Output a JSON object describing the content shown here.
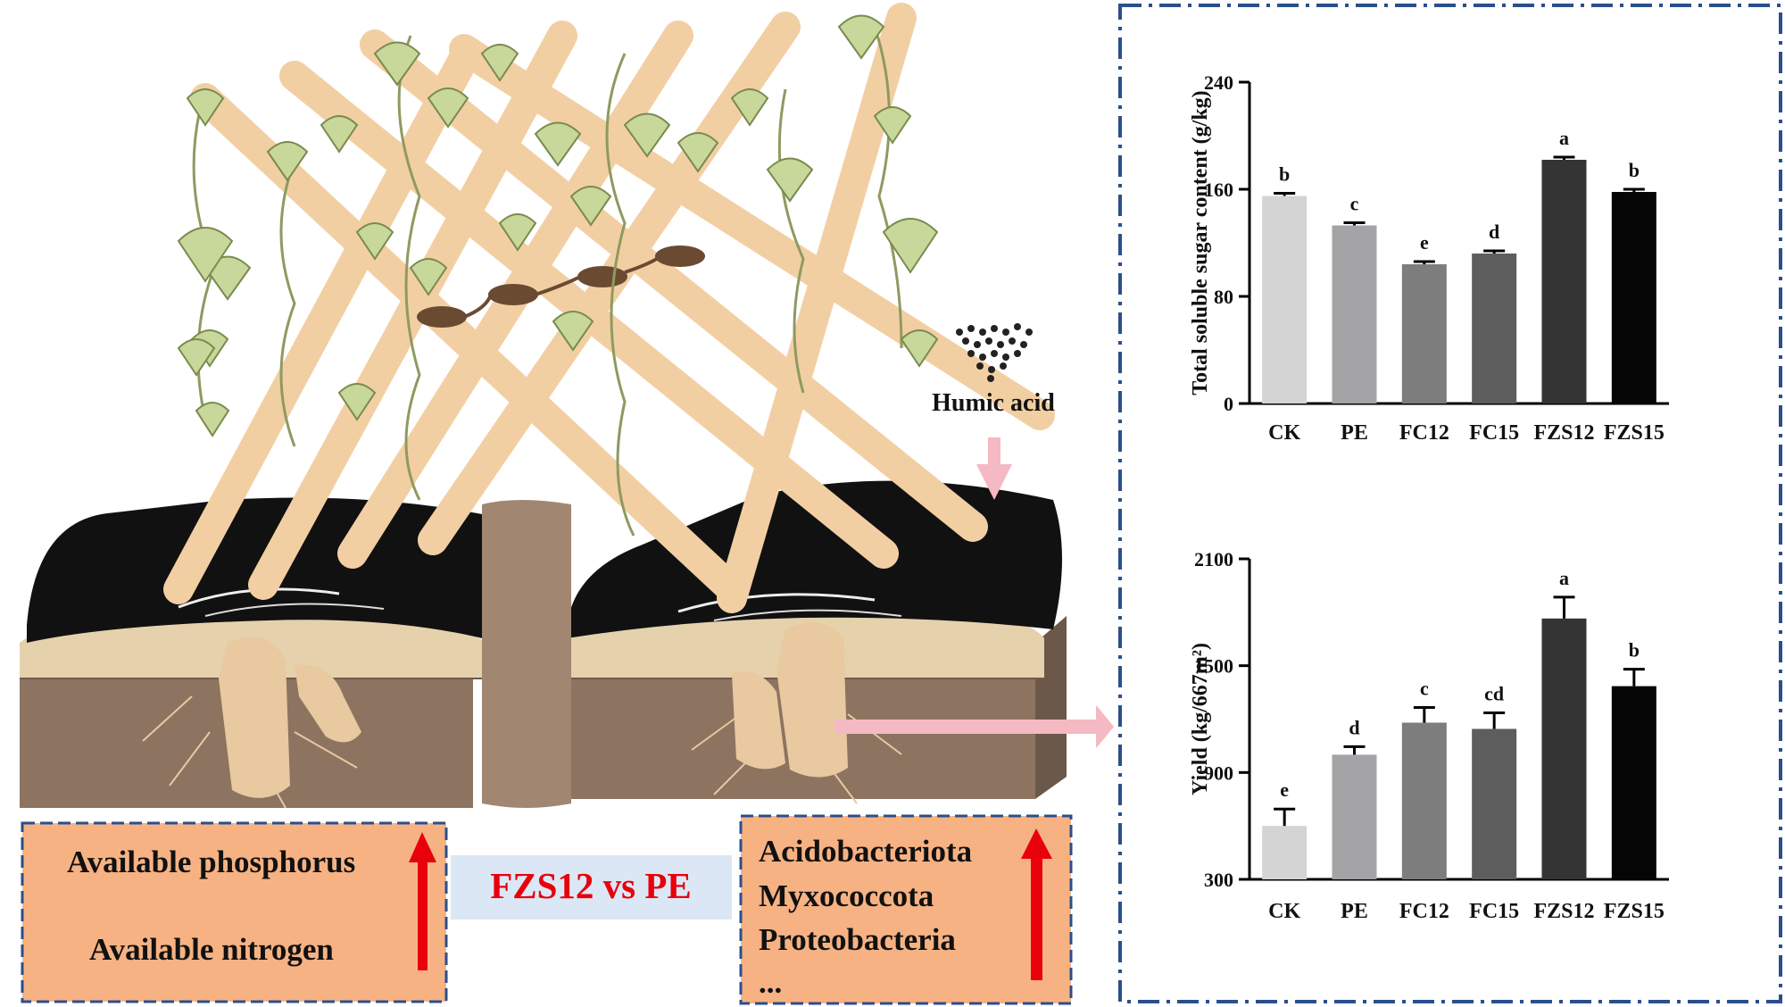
{
  "illustration": {
    "humic_acid_label": "Humic acid"
  },
  "left_box": {
    "line1": "Available phosphorus",
    "line2": "Available  nitrogen",
    "arrow": "up-arrow-icon"
  },
  "comparison_label": "FZS12 vs PE",
  "right_box": {
    "lines": [
      "Acidobacteriota",
      "Myxococcota",
      "Proteobacteria",
      "..."
    ],
    "arrow": "up-arrow-icon"
  },
  "colors": {
    "box_fill": "#f7b283",
    "box_border": "#2b4f8c",
    "arrow_red": "#e8000b",
    "pink_arrow": "#f4b9c3",
    "comparison_text": "#e8000b",
    "frame_border": "#2b4f8c"
  },
  "chart_data": [
    {
      "type": "bar",
      "ylabel": "Total soluble sugar content (g/kg)",
      "categories": [
        "CK",
        "PE",
        "FC12",
        "FC15",
        "FZS12",
        "FZS15"
      ],
      "values": [
        155,
        133,
        104,
        112,
        182,
        158
      ],
      "errors": [
        2,
        2,
        2,
        2,
        2,
        2
      ],
      "letters": [
        "b",
        "c",
        "e",
        "d",
        "a",
        "b"
      ],
      "ylim": [
        0,
        240
      ],
      "yticks": [
        "0",
        "80",
        "160",
        "240"
      ],
      "bar_colors": [
        "#d4d4d4",
        "#a4a4a6",
        "#7d7d7d",
        "#5d5d5d",
        "#343434",
        "#050505"
      ]
    },
    {
      "type": "bar",
      "ylabel": "Yield (kg/667m²)",
      "categories": [
        "CK",
        "PE",
        "FC12",
        "FC15",
        "FZS12",
        "FZS15"
      ],
      "values": [
        600,
        1000,
        1180,
        1145,
        1765,
        1385
      ],
      "errors": [
        95,
        45,
        85,
        90,
        120,
        95
      ],
      "letters": [
        "e",
        "d",
        "c",
        "cd",
        "a",
        "b"
      ],
      "ylim": [
        300,
        2100
      ],
      "yticks": [
        "300",
        "900",
        "1500",
        "2100"
      ],
      "bar_colors": [
        "#d4d4d4",
        "#a4a4a6",
        "#7d7d7d",
        "#5d5d5d",
        "#343434",
        "#050505"
      ]
    }
  ]
}
